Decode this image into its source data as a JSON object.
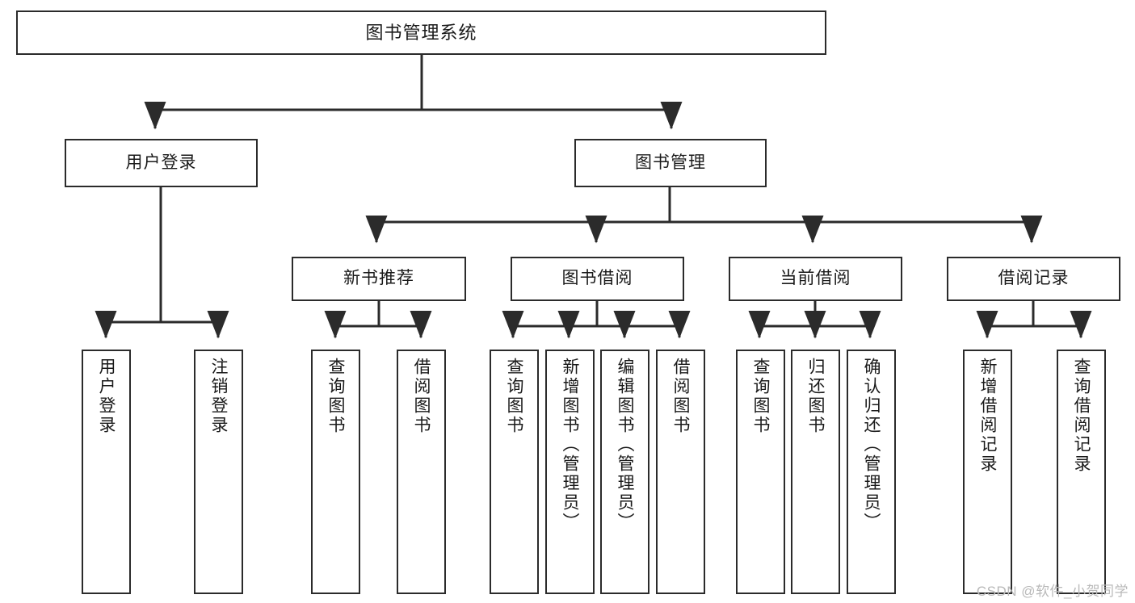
{
  "diagram": {
    "title": "图书管理系统",
    "type": "tree",
    "colors": {
      "box_border": "#2b2b2b",
      "box_fill": "#ffffff",
      "line": "#2b2b2b",
      "text": "#1a1a1a",
      "watermark": "#b9b9b9",
      "background": "#ffffff"
    },
    "watermark": "CSDN @软件_小贺同学"
  },
  "nodes": {
    "root": {
      "label": "图书管理系统"
    },
    "level1": [
      {
        "id": "user-login",
        "label": "用户登录"
      },
      {
        "id": "book-management",
        "label": "图书管理"
      }
    ],
    "level2": [
      {
        "id": "new-book-recommend",
        "label": "新书推荐"
      },
      {
        "id": "book-borrow",
        "label": "图书借阅"
      },
      {
        "id": "current-borrow",
        "label": "当前借阅"
      },
      {
        "id": "borrow-record",
        "label": "借阅记录"
      }
    ],
    "leaves": [
      {
        "id": "leaf-user-login",
        "label": "用户登录",
        "parent": "user-login"
      },
      {
        "id": "leaf-logout-login",
        "label": "注销登录",
        "parent": "user-login"
      },
      {
        "id": "leaf-query-book-1",
        "label": "查询图书",
        "parent": "new-book-recommend"
      },
      {
        "id": "leaf-borrow-book-1",
        "label": "借阅图书",
        "parent": "new-book-recommend"
      },
      {
        "id": "leaf-query-book-2",
        "label": "查询图书",
        "parent": "book-borrow"
      },
      {
        "id": "leaf-add-book",
        "label": "新增图书（管理员）",
        "parent": "book-borrow"
      },
      {
        "id": "leaf-edit-book",
        "label": "编辑图书（管理员）",
        "parent": "book-borrow"
      },
      {
        "id": "leaf-borrow-book-2",
        "label": "借阅图书",
        "parent": "book-borrow"
      },
      {
        "id": "leaf-query-book-3",
        "label": "查询图书",
        "parent": "current-borrow"
      },
      {
        "id": "leaf-return-book",
        "label": "归还图书",
        "parent": "current-borrow"
      },
      {
        "id": "leaf-confirm-return",
        "label": "确认归还（管理员）",
        "parent": "current-borrow"
      },
      {
        "id": "leaf-add-record",
        "label": "新增借阅记录",
        "parent": "borrow-record"
      },
      {
        "id": "leaf-query-record",
        "label": "查询借阅记录",
        "parent": "borrow-record"
      }
    ]
  }
}
